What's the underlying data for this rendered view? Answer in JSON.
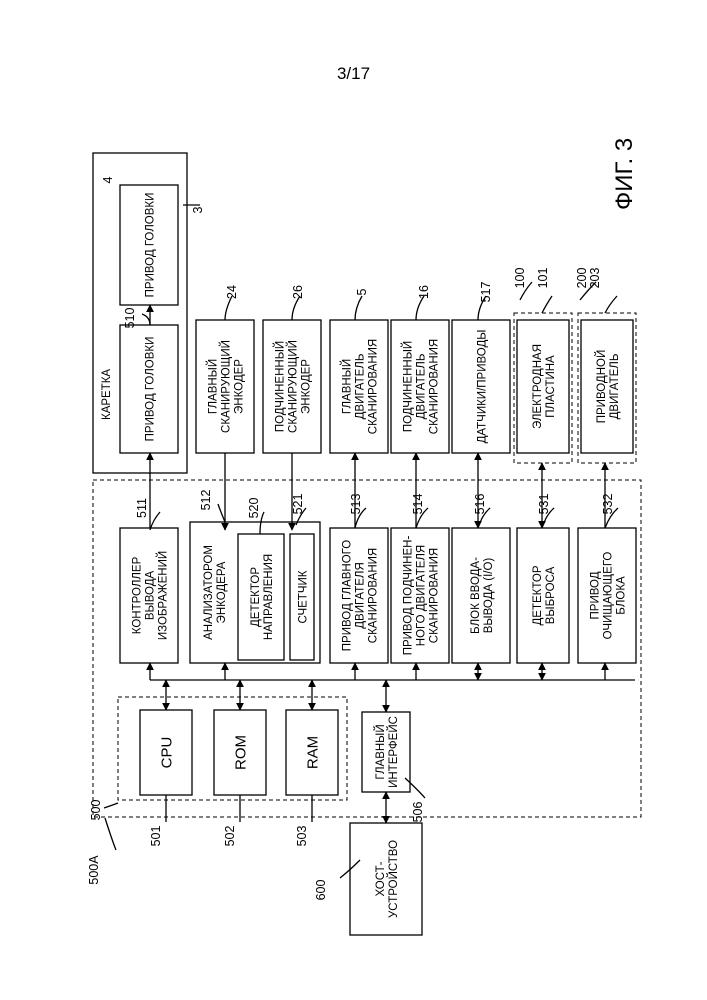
{
  "page_number": "3/17",
  "figure_label": "ФИГ. 3",
  "groups": {
    "carriage": {
      "ref": "3",
      "title": "КАРЕТКА"
    },
    "controller": {
      "ref": "500"
    },
    "cpu_group": {
      "ref": "500A"
    },
    "electrode_group": {
      "ref": "100"
    },
    "cleaning_group": {
      "ref": "200"
    }
  },
  "blocks": {
    "head_driver": {
      "ref": "510",
      "lines": [
        "ПРИВОД ГОЛОВКИ"
      ]
    },
    "head_drive": {
      "ref": "4",
      "lines": [
        "ПРИВОД ГОЛОВКИ"
      ]
    },
    "main_encoder": {
      "ref": "24",
      "lines": [
        "ГЛАВНЫЙ",
        "СКАНИРУЮЩИЙ",
        "ЭНКОДЕР"
      ]
    },
    "sub_encoder": {
      "ref": "26",
      "lines": [
        "ПОДЧИНЕННЫЙ",
        "СКАНИРУЮЩИЙ",
        "ЭНКОДЕР"
      ]
    },
    "main_motor": {
      "ref": "5",
      "lines": [
        "ГЛАВНЫЙ",
        "ДВИГАТЕЛЬ",
        "СКАНИРОВАНИЯ"
      ]
    },
    "sub_motor": {
      "ref": "16",
      "lines": [
        "ПОДЧИНЕННЫЙ",
        "ДВИГАТЕЛЬ",
        "СКАНИРОВАНИЯ"
      ]
    },
    "sensors": {
      "ref": "517",
      "lines": [
        "ДАТЧИКИ/ПРИВОДЫ"
      ]
    },
    "electrode_plate": {
      "ref": "101",
      "lines": [
        "ЭЛЕКТРОДНАЯ",
        "ПЛАСТИНА"
      ]
    },
    "drive_motor": {
      "ref": "203",
      "lines": [
        "ПРИВОДНОЙ",
        "ДВИГАТЕЛЬ"
      ]
    },
    "image_output_controller": {
      "ref": "511",
      "lines": [
        "КОНТРОЛЛЕР",
        "ВЫВОДА",
        "ИЗОБРАЖЕНИЙ"
      ]
    },
    "encoder_analyzer": {
      "ref": "512",
      "lines": [
        "АНАЛИЗАТОРОМ",
        "ЭНКОДЕРА"
      ]
    },
    "direction_detector": {
      "ref": "520",
      "lines": [
        "ДЕТЕКТОР",
        "НАПРАВЛЕНИЯ"
      ]
    },
    "counter": {
      "ref": "521",
      "lines": [
        "СЧЕТЧИК"
      ]
    },
    "main_motor_driver": {
      "ref": "513",
      "lines": [
        "ПРИВОД ГЛАВНОГО",
        "ДВИГАТЕЛЯ",
        "СКАНИРОВАНИЯ"
      ]
    },
    "sub_motor_driver": {
      "ref": "514",
      "lines": [
        "ПРИВОД ПОДЧИНЕН-",
        "НОГО ДВИГАТЕЛЯ",
        "СКАНИРОВАНИЯ"
      ]
    },
    "io_block": {
      "ref": "516",
      "lines": [
        "БЛОК ВВОДА-",
        "ВЫВОДА (I/O)"
      ]
    },
    "ejection_detector": {
      "ref": "531",
      "lines": [
        "ДЕТЕКТОР",
        "ВЫБРОСА"
      ]
    },
    "cleaning_driver": {
      "ref": "532",
      "lines": [
        "ПРИВОД",
        "ОЧИЩАЮЩЕГО",
        "БЛОКА"
      ]
    },
    "cpu": {
      "ref": "501",
      "lines": [
        "CPU"
      ]
    },
    "rom": {
      "ref": "502",
      "lines": [
        "ROM"
      ]
    },
    "ram": {
      "ref": "503",
      "lines": [
        "RAM"
      ]
    },
    "host_interface": {
      "ref": "506",
      "lines": [
        "ГЛАВНЫЙ",
        "ИНТЕРФЕЙС"
      ]
    },
    "host_device": {
      "ref": "600",
      "lines": [
        "ХОСТ-",
        "УСТРОЙСТВО"
      ]
    }
  }
}
